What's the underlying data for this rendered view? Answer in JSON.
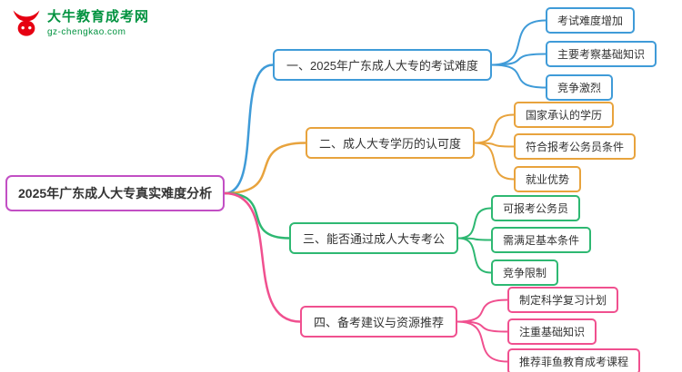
{
  "logo": {
    "title": "大牛教育成考网",
    "subtitle": "gz-chengkao.com",
    "icon": "bull-icon",
    "brand_red": "#e60012",
    "brand_green": "#00923f"
  },
  "root": {
    "label": "2025年广东成人大专真实难度分析",
    "border_color": "#c24fc4"
  },
  "branches": [
    {
      "label": "一、2025年广东成人大专的考试难度",
      "color": "#3f9bd8",
      "children": [
        "考试难度增加",
        "主要考察基础知识",
        "竞争激烈"
      ]
    },
    {
      "label": "二、成人大专学历的认可度",
      "color": "#e8a33d",
      "children": [
        "国家承认的学历",
        "符合报考公务员条件",
        "就业优势"
      ]
    },
    {
      "label": "三、能否通过成人大专考公",
      "color": "#2eb872",
      "children": [
        "可报考公务员",
        "需满足基本条件",
        "竞争限制"
      ]
    },
    {
      "label": "四、备考建议与资源推荐",
      "color": "#f0508f",
      "children": [
        "制定科学复习计划",
        "注重基础知识",
        "推荐菲鱼教育成考课程"
      ]
    }
  ]
}
